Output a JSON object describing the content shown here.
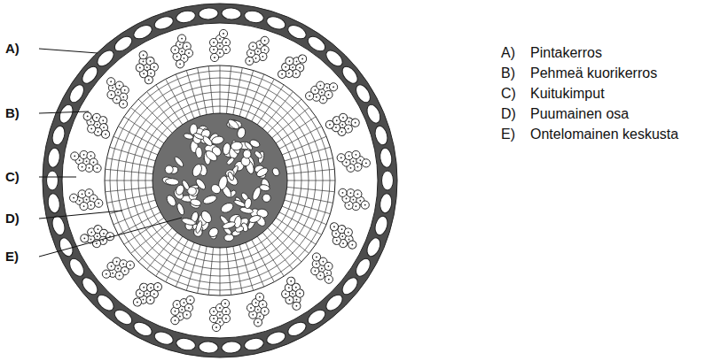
{
  "diagram": {
    "labels": [
      "A)",
      "B)",
      "C)",
      "D)",
      "E)",
      "A)",
      "Pintakerros",
      "B)",
      "Pehmeä kuorikerros",
      "C)",
      "Kuitukimput",
      "D)",
      "Puumainen osa",
      "E)",
      "Ontelomainen keskusta"
    ]
  }
}
